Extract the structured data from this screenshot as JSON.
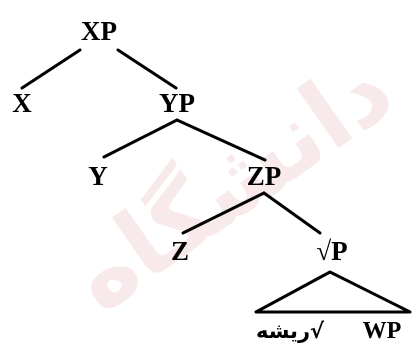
{
  "tree": {
    "nodes": {
      "xp": "XP",
      "x": "X",
      "yp": "YP",
      "y": "Y",
      "zp": "ZP",
      "z": "Z",
      "rootp": "√P",
      "root_leaf": "√ریشه",
      "wp": "WP"
    },
    "edge_color": "#000000"
  },
  "watermark": {
    "text": "دانشگاه",
    "color": "#f3d9da"
  }
}
